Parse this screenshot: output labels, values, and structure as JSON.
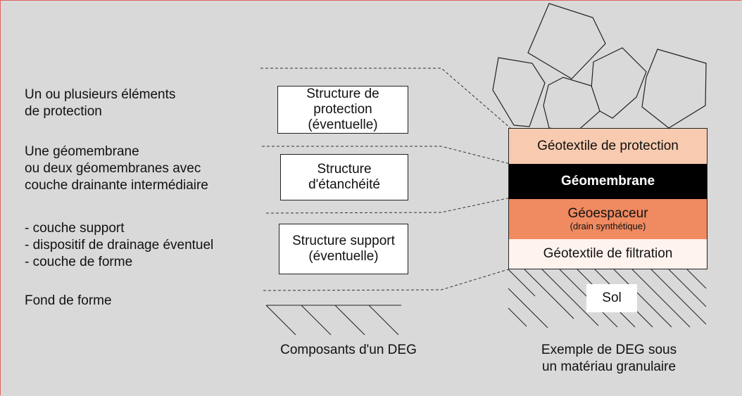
{
  "colors": {
    "background": "#d9d9d9",
    "frame_border": "#e06060",
    "protection_layer": "#f8cbb0",
    "geomembrane_layer": "#000000",
    "geospacer_layer": "#ef8a61",
    "filtration_layer": "#fff3ee"
  },
  "left_column": {
    "protection_elements": "Un ou plusieurs éléments\nde protection",
    "geomembranes": "Une géomembrane\nou deux géomembranes avec\ncouche drainante intermédiaire",
    "support_items": "- couche support\n- dispositif de drainage éventuel\n- couche de forme",
    "subgrade": "Fond de forme"
  },
  "structures": {
    "protection": "Structure de\nprotection\n(éventuelle)",
    "sealing": "Structure\nd'étanchéité",
    "support": "Structure support\n(éventuelle)"
  },
  "layers": {
    "protection_geotextile": "Géotextile de protection",
    "geomembrane": "Géomembrane",
    "geospacer": "Géoespaceur",
    "geospacer_note": "(drain synthétique)",
    "filtration_geotextile": "Géotextile de filtration"
  },
  "icons": {
    "granular_stones": "stone-polygon-icon",
    "ground_hatching": "hatch-ground-icon"
  },
  "soil_label": "Sol",
  "captions": {
    "components": "Composants d'un DEG",
    "example": "Exemple de DEG sous\nun matériau granulaire"
  }
}
